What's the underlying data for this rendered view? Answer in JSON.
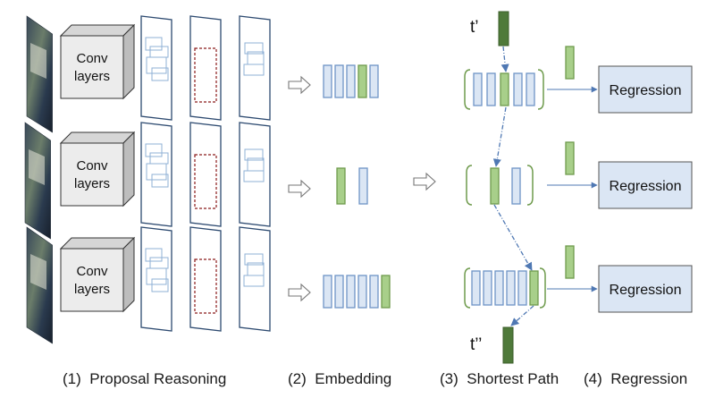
{
  "stages": {
    "conv_label_line1": "Conv",
    "conv_label_line2": "layers",
    "regression_label": "Regression",
    "t_prime_label": "t’",
    "t_double_prime_label": "t’’"
  },
  "captions": [
    {
      "number": "(1)",
      "text": "Proposal Reasoning"
    },
    {
      "number": "(2)",
      "text": "Embedding"
    },
    {
      "number": "(3)",
      "text": "Shortest Path"
    },
    {
      "number": "(4)",
      "text": "Regression"
    }
  ],
  "colors": {
    "box_fill": "#dbe6f4",
    "box_stroke": "#6f94c6",
    "green_fill": "#a8cf8a",
    "green_stroke": "#6f9b4d",
    "dark_green_fill": "#4f7a3a",
    "frame_stroke": "#2d4a70",
    "dashed_red": "#8b1a1a",
    "cube_front": "#ececec",
    "cube_top": "#d6d6d6",
    "cube_side": "#bdbdbd",
    "dotted_blue": "#4f78b3"
  },
  "icons": {
    "arrow": "hollow-right-arrow",
    "cube": "3d-cube"
  }
}
